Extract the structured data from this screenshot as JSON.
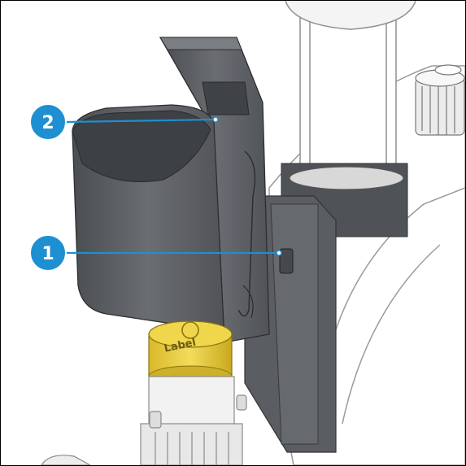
{
  "callouts": [
    {
      "number": "1",
      "color": "#1e8fd0"
    },
    {
      "number": "2",
      "color": "#1e8fd0"
    }
  ],
  "cap_label": "Label",
  "colors": {
    "holder": "#5c5f63",
    "holder_dark": "#44474b",
    "cap": "#e9cf3a",
    "outline": "#3a3a3a",
    "line_art": "#bcbcbc"
  }
}
